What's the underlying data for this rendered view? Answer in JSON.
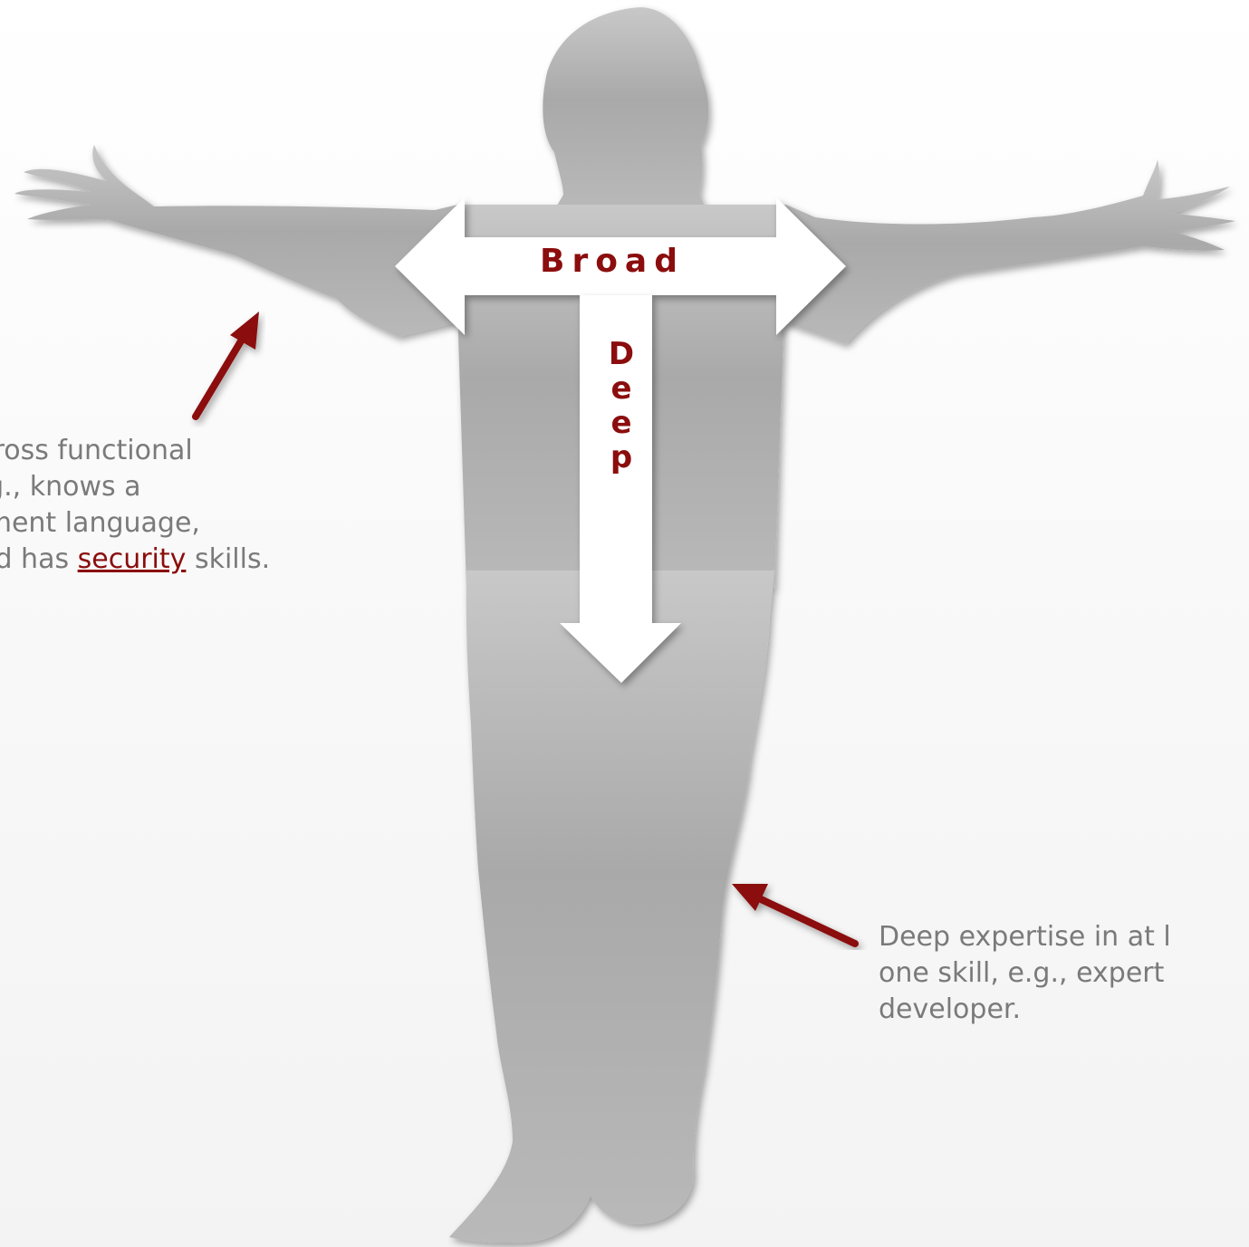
{
  "diagram": {
    "labels": {
      "broad": "Broad",
      "deep": "Deep"
    },
    "callouts": {
      "broad": {
        "line1": "d, cross functional",
        "line2": ", e.g., knows a",
        "line3": "lopment language,",
        "line4_before": ", and has ",
        "line4_link": "security",
        "line4_after": " skills."
      },
      "deep": {
        "line1": "Deep expertise in at l",
        "line2": "one skill, e.g., expert",
        "line3": "developer."
      }
    },
    "colors": {
      "accent": "#8b0d0d",
      "silhouette": "#b4b4b4",
      "callout_text": "#7a7a7a",
      "arrow_fill": "#ffffff"
    }
  }
}
